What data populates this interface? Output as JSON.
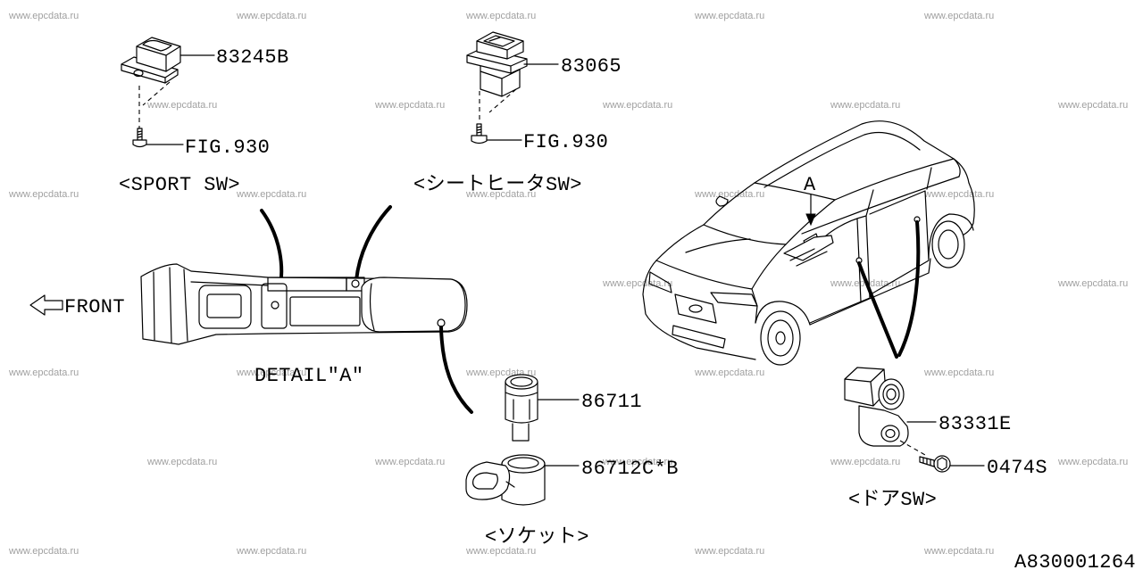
{
  "watermark": "www.epcdata.ru",
  "drawing_number": "A830001264",
  "front_label": "FRONT",
  "detail_label": "DETAIL\"A\"",
  "view_marker": "A",
  "sport_switch": {
    "caption": "<SPORT SW>",
    "part_number": "83245B",
    "fig_ref": "FIG.930"
  },
  "seat_heater_switch": {
    "caption": "<シートヒータSW>",
    "part_number": "83065",
    "fig_ref": "FIG.930"
  },
  "socket": {
    "caption": "<ソケット>",
    "part_number_body": "86711",
    "part_number_cap": "86712C*B"
  },
  "door_switch": {
    "caption": "<ドアSW>",
    "part_number": "83331E",
    "screw_part_number": "0474S"
  }
}
